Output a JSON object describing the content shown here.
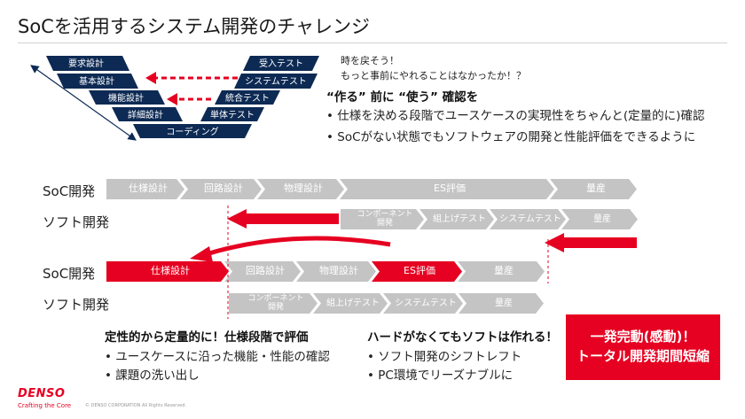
{
  "title": "SoCを活用するシステム開発のチャレンジ",
  "v_model": {
    "left_steps": [
      "要求設計",
      "基本設計",
      "機能設計",
      "詳細設計"
    ],
    "right_steps": [
      "受入テスト",
      "システムテスト",
      "統合テスト",
      "単体テスト"
    ],
    "bottom_step": "コーディング",
    "colors": {
      "step": "#0d2a54",
      "arrow": "#e60021"
    }
  },
  "notes": {
    "line1": "時を戻そう！",
    "line2": "もっと事前にやれることはなかったか！？",
    "heading": "“作る” 前に “使う” 確認を",
    "bullets": [
      "仕様を決める段階でユースケースの実現性をちゃんと(定量的に)確認",
      "SoCがない状態でもソフトウェアの開発と性能評価をできるように"
    ]
  },
  "timeline": {
    "rows": [
      {
        "label": "SoC開発",
        "steps": [
          "仕様設計",
          "回路設計",
          "物理設計",
          "ES評価",
          "量産"
        ]
      },
      {
        "label": "ソフト開発",
        "steps": [
          "コンポーネント\n開発",
          "組上げテスト",
          "システムテスト",
          "量産"
        ]
      },
      {
        "label": "SoC開発",
        "steps": [
          "仕様設計",
          "回路設計",
          "物理設計",
          "ES評価",
          "量産"
        ]
      },
      {
        "label": "ソフト開発",
        "steps": [
          "コンポーネント\n開発",
          "組上げテスト",
          "システムテスト",
          "量産"
        ]
      }
    ],
    "colors": {
      "gray": "#c4c4c4",
      "red": "#e60021"
    }
  },
  "bottom_left": {
    "heading": "定性的から定量的に！仕様段階で評価",
    "bullets": [
      "ユースケースに沿った機能・性能の確認",
      "課題の洗い出し"
    ]
  },
  "bottom_mid": {
    "heading": "ハードがなくてもソフトは作れる！",
    "bullets": [
      "ソフト開発のシフトレフト",
      "PC環境でリーズナブルに"
    ]
  },
  "callout": {
    "line1": "一発完動(感動)！",
    "line2": "トータル開発期間短縮"
  },
  "footer": {
    "logo": "DENSO",
    "tagline": "Crafting the Core",
    "copyright": "© DENSO CORPORATION All Rights Reserved."
  }
}
